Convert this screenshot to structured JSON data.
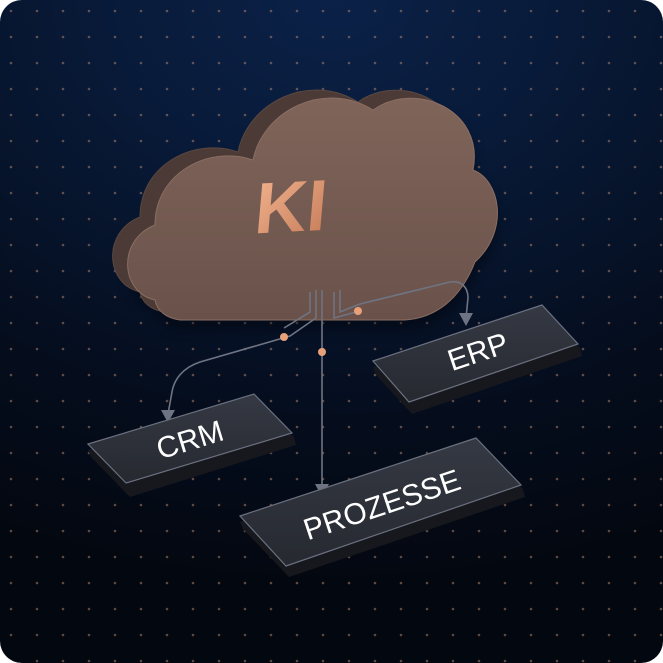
{
  "diagram": {
    "center": {
      "label": "KI"
    },
    "nodes": [
      {
        "id": "crm",
        "label": "CRM"
      },
      {
        "id": "erp",
        "label": "ERP"
      },
      {
        "id": "prozesse",
        "label": "PROZESSE"
      }
    ]
  },
  "colors": {
    "background": "#050d1d",
    "cloud": "#735a52",
    "accent": "#e8a079",
    "node_fill": "#2c2f37",
    "connector": "#6f7482"
  }
}
